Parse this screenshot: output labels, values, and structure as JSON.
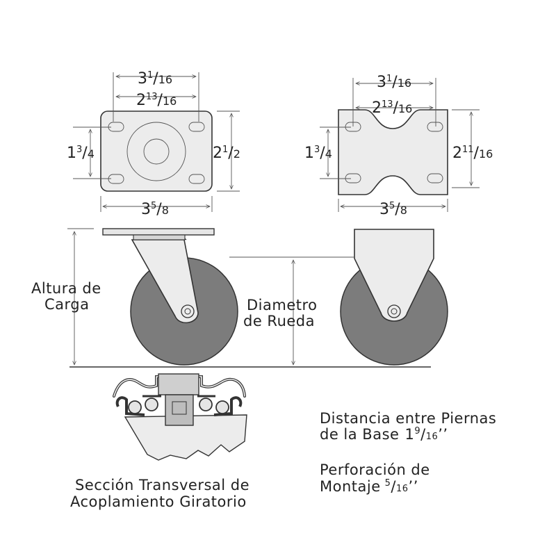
{
  "dimensions": {
    "swivel_plate": {
      "outer_width": {
        "whole": "3",
        "num": "1",
        "den": "16"
      },
      "inner_width": {
        "whole": "2",
        "num": "13",
        "den": "16"
      },
      "left_height": {
        "whole": "1",
        "num": "3",
        "den": "4"
      },
      "right_height": {
        "whole": "2",
        "num": "1",
        "den": "2"
      },
      "bottom_width": {
        "whole": "3",
        "num": "5",
        "den": "8"
      }
    },
    "rigid_plate": {
      "outer_width": {
        "whole": "3",
        "num": "1",
        "den": "16"
      },
      "inner_width": {
        "whole": "2",
        "num": "13",
        "den": "16"
      },
      "left_height": {
        "whole": "1",
        "num": "3",
        "den": "4"
      },
      "right_height": {
        "whole": "2",
        "num": "11",
        "den": "16"
      },
      "bottom_width": {
        "whole": "3",
        "num": "5",
        "den": "8"
      }
    }
  },
  "labels": {
    "load_height_line1": "Altura de",
    "load_height_line2": "Carga",
    "wheel_diameter_line1": "Diametro",
    "wheel_diameter_line2": "de Rueda",
    "cross_section_line1": "Sección Transversal de",
    "cross_section_line2": "Acoplamiento Giratorio"
  },
  "notes": {
    "leg_distance_line1": "Distancia entre Piernas",
    "leg_distance_line2_prefix": "de la Base",
    "leg_distance_value": {
      "whole": "1",
      "num": "9",
      "den": "16",
      "unit": "’’"
    },
    "mount_hole_line1": "Perforación de",
    "mount_hole_line2_prefix": "Montaje",
    "mount_hole_value": {
      "num": "5",
      "den": "16",
      "unit": "’’"
    }
  },
  "colors": {
    "wheel": "#7c7c7c",
    "part": "#ececec",
    "line": "#333333"
  }
}
